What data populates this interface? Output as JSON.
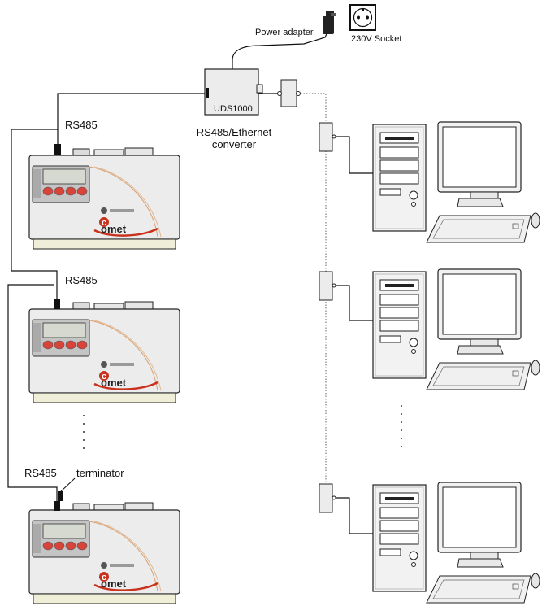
{
  "labels": {
    "power_adapter": "Power adapter",
    "socket": "230V Socket",
    "converter_model": "UDS1000",
    "converter_desc_1": "RS485/Ethernet",
    "converter_desc_2": "converter",
    "rs485_1": "RS485",
    "rs485_2": "RS485",
    "rs485_3": "RS485",
    "terminator": "terminator"
  },
  "device_branding": {
    "logo_text": "omet",
    "logo_initial": "c"
  },
  "colors": {
    "line": "#111111",
    "device_body": "#ececec",
    "device_base": "#efeed8",
    "lcd": "#d6d9cf",
    "button_red": "#d8433a",
    "logo_red": "#c8321e",
    "pc_case": "#f2f2f2",
    "monitor_screen": "#ffffff"
  }
}
